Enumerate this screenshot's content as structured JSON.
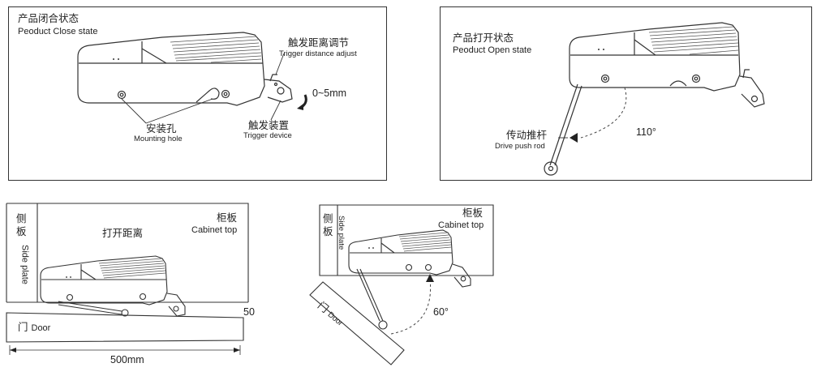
{
  "panel_close": {
    "title_zh": "产品闭合状态",
    "title_en": "Peoduct Close state",
    "trigger_adjust_zh": "触发距离调节",
    "trigger_adjust_en": "Trigger distance adjust",
    "range": "0~5mm",
    "mounting_zh": "安装孔",
    "mounting_en": "Mounting hole",
    "trigger_zh": "触发装置",
    "trigger_en": "Trigger device"
  },
  "panel_open": {
    "title_zh": "产品打开状态",
    "title_en": "Peoduct Open state",
    "rod_zh": "传动推杆",
    "rod_en": "Drive push rod",
    "angle": "110°"
  },
  "install_left": {
    "side_zh": "侧板",
    "side_en": "Side plate",
    "open_distance_zh": "打开距离",
    "cabinet_zh": "柜板",
    "cabinet_en": "Cabinet top",
    "door_zh": "门",
    "door_en": "Door",
    "gap": "50",
    "width": "500mm"
  },
  "install_right": {
    "side_zh": "侧板",
    "side_en": "Side plate",
    "cabinet_zh": "柜板",
    "cabinet_en": "Cabinet top",
    "door_zh": "门",
    "door_en": "Door",
    "angle": "60°"
  }
}
